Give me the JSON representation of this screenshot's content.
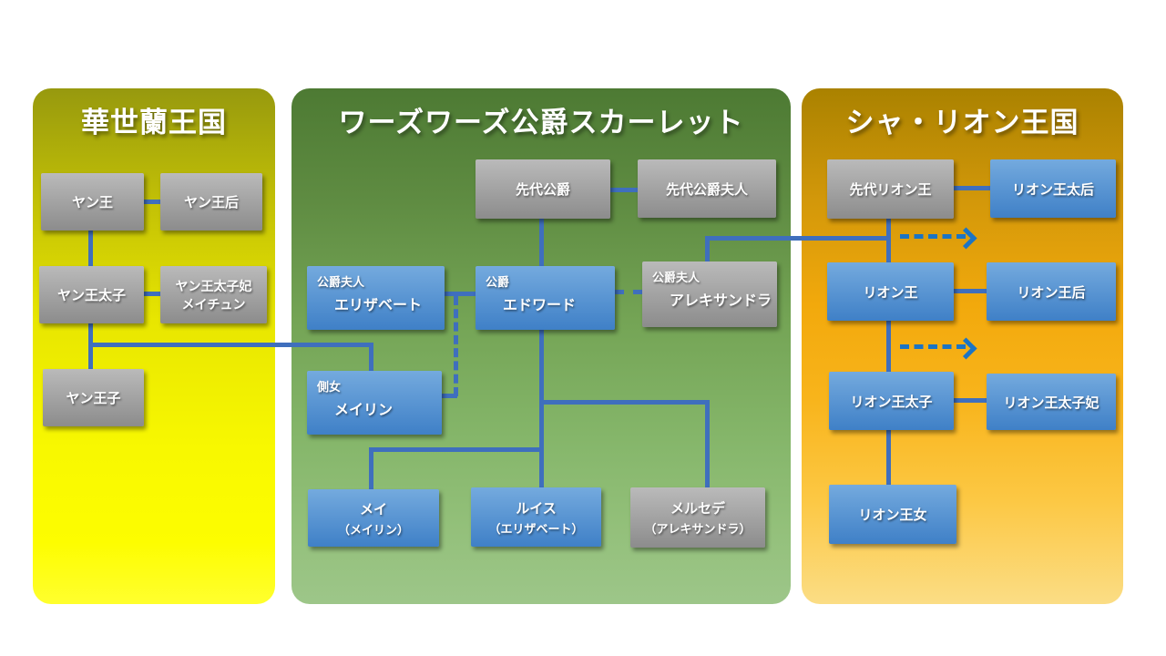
{
  "diagram": {
    "panels": [
      {
        "title": "華世蘭王国",
        "nodes": {
          "yan_king": {
            "line1": "ヤン王"
          },
          "yan_queen": {
            "line1": "ヤン王后"
          },
          "yan_crown_prince": {
            "line1": "ヤン王太子"
          },
          "yan_crown_princess": {
            "line1": "ヤン王太子妃",
            "line2": "メイチュン"
          },
          "yan_prince": {
            "line1": "ヤン王子"
          }
        }
      },
      {
        "title": "ワーズワーズ公爵スカーレット",
        "nodes": {
          "prev_duke": {
            "line1": "先代公爵"
          },
          "prev_duchess": {
            "line1": "先代公爵夫人"
          },
          "elisabeth": {
            "line1": "公爵夫人",
            "line2": "エリザベート"
          },
          "edward": {
            "line1": "公爵",
            "line2": "エドワード"
          },
          "alexandra": {
            "line1": "公爵夫人",
            "line2": "アレキサンドラ"
          },
          "meilin": {
            "line1": "側女",
            "line2": "メイリン"
          },
          "mei": {
            "line1": "メイ",
            "line2": "（メイリン）"
          },
          "luis": {
            "line1": "ルイス",
            "line2": "（エリザベート）"
          },
          "mercede": {
            "line1": "メルセデ",
            "line2": "（アレキサンドラ）"
          }
        }
      },
      {
        "title": "シャ・リオン王国",
        "nodes": {
          "prev_lion_king": {
            "line1": "先代リオン王"
          },
          "lion_dowager": {
            "line1": "リオン王太后"
          },
          "lion_king": {
            "line1": "リオン王"
          },
          "lion_queen": {
            "line1": "リオン王后"
          },
          "lion_crown_prince": {
            "line1": "リオン王太子"
          },
          "lion_crown_princess": {
            "line1": "リオン王太子妃"
          },
          "lion_princess": {
            "line1": "リオン王女"
          }
        }
      }
    ],
    "colors": {
      "panel_left_top": "#97990e",
      "panel_left_bottom": "#ffff2e",
      "panel_mid_top": "#4d7a33",
      "panel_mid_bottom": "#9dc689",
      "panel_right_top": "#aa8200",
      "panel_right_bottom": "#fbdd85",
      "box_blue_top": "#74aade",
      "box_blue_bottom": "#3f80c7",
      "box_gray_top": "#bababa",
      "box_gray_bottom": "#8c8c8c",
      "connector_blue": "#3f6fbd",
      "arrow_blue": "#1b74c4"
    }
  }
}
